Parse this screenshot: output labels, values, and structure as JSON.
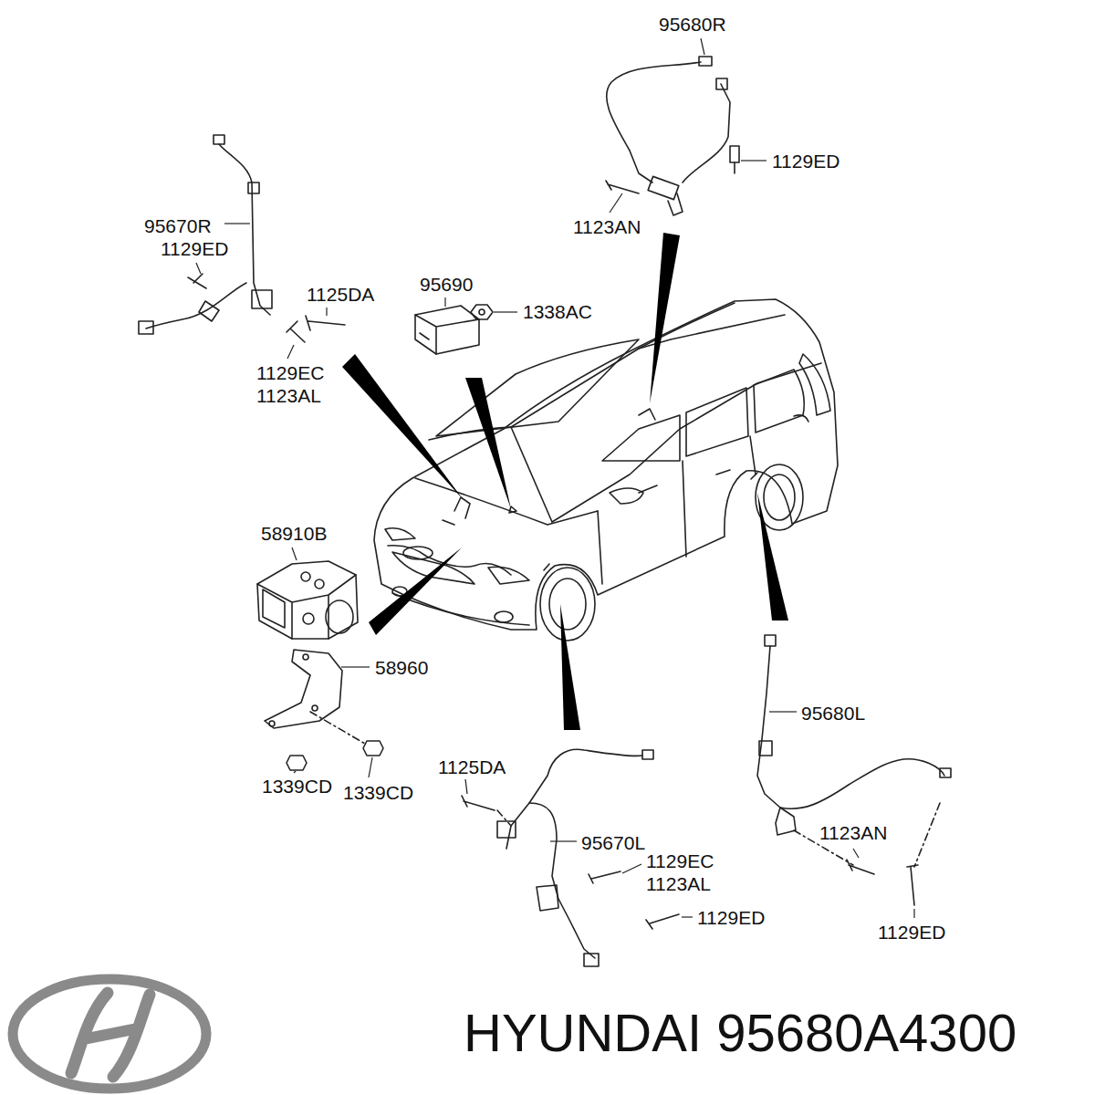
{
  "diagram": {
    "labels": [
      "95680R",
      "1129ED",
      "1123AN",
      "95670R",
      "1129ED",
      "1125DA",
      "1129EC",
      "1123AL",
      "95690",
      "1338AC",
      "58910B",
      "58960",
      "1339CD",
      "1339CD",
      "1125DA",
      "95670L",
      "1129EC",
      "1123AL",
      "1129ED",
      "95680L",
      "1123AN",
      "1129ED",
      "HYUNDAI 95680A4300"
    ]
  }
}
